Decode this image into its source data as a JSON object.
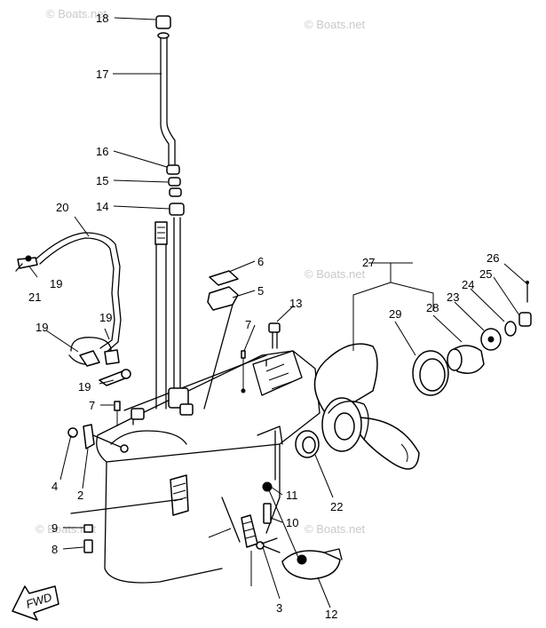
{
  "watermark": "© Boats.net",
  "fwd_label": "FWD",
  "labels": {
    "p1": "18",
    "p2": "17",
    "p3": "16",
    "p4": "15",
    "p5": "14",
    "p6": "20",
    "p7": "6",
    "p8": "5",
    "p9": "19",
    "p10": "21",
    "p11": "19",
    "p12": "19",
    "p13": "19",
    "p14": "7",
    "p15": "13",
    "p16": "7",
    "p17": "4",
    "p18": "2",
    "p19": "9",
    "p20": "8",
    "p21": "11",
    "p22": "10",
    "p23": "22",
    "p24": "3",
    "p25": "12",
    "p26": "27",
    "p27": "29",
    "p28": "28",
    "p29": "23",
    "p30": "24",
    "p31": "25",
    "p32": "26"
  }
}
